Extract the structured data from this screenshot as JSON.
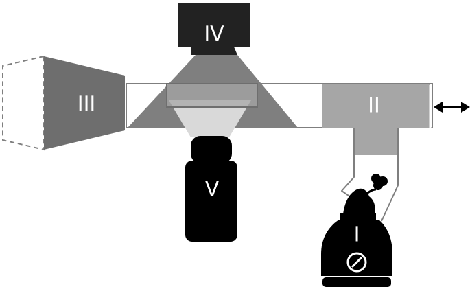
{
  "labels": {
    "humidifier": "I",
    "chamber": "II",
    "fan": "III",
    "camera": "IV",
    "light_source": "V"
  },
  "icons": {
    "arrow": "double-headed-arrow-icon",
    "knob": "dial-knob-icon",
    "mist": "vapor-puff-icon"
  },
  "colors": {
    "black": "#000000",
    "dark": "#222222",
    "mid_dark": "#6e6e6e",
    "mid": "#7f7f7f",
    "light": "#a6a6a6",
    "lighter": "#bfbfbf",
    "lightest": "#d9d9d9",
    "outline": "#7f7f7f"
  }
}
